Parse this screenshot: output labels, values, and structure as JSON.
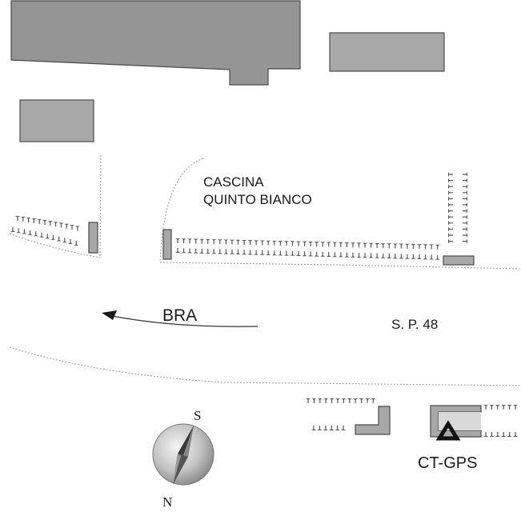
{
  "map": {
    "title": "Cascina Quinto Bianco site map",
    "labels": {
      "farm_line1": "CASCINA",
      "farm_line2": "QUINTO BIANCO",
      "direction": "BRA",
      "road": "S. P. 48",
      "station": "CT-GPS"
    },
    "compass": {
      "top_letter": "S",
      "bottom_letter": "N"
    },
    "legend_colors": {
      "building_dark": "#959595",
      "building": "#a8a8a8",
      "building_light": "#d9d9d9",
      "outline": "#4a4a4a",
      "trees": "#5a5a5a",
      "road_edge": "#9a9a9a",
      "station_marker": "#111111"
    }
  }
}
